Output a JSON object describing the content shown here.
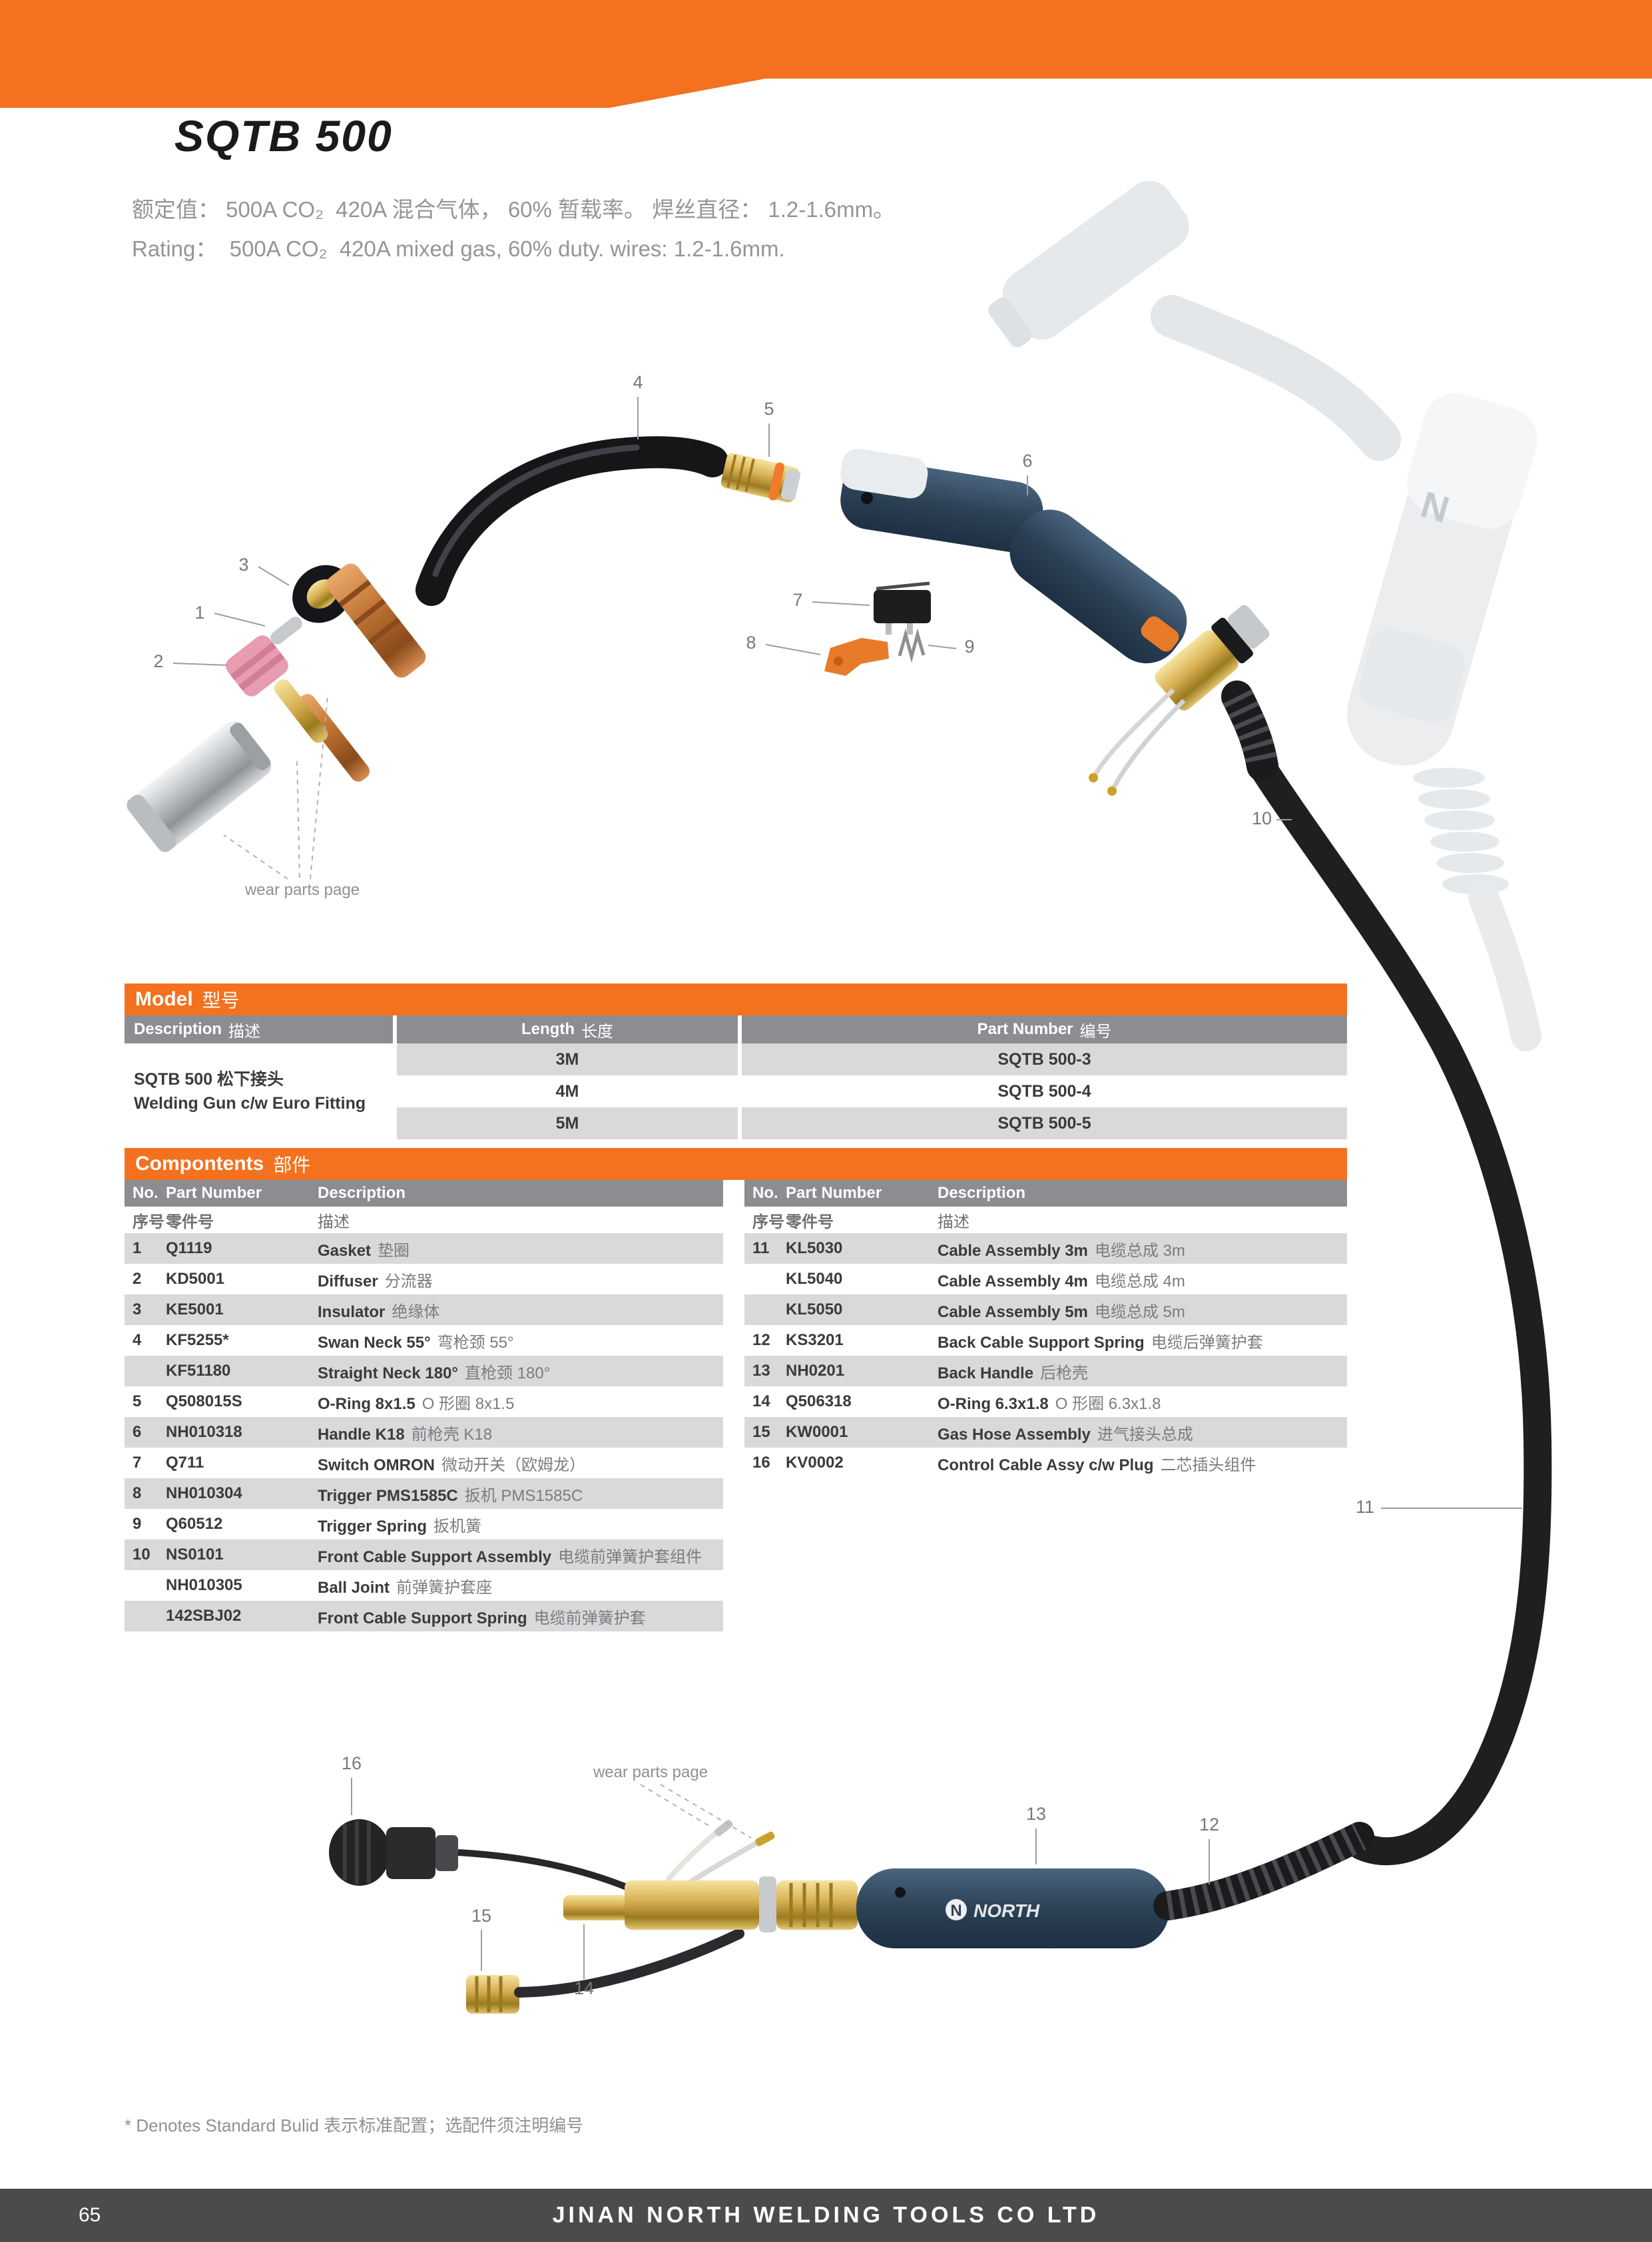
{
  "page": {
    "title": "SQTB 500",
    "rating_zh": "额定值： 500A CO₂  420A 混合气体， 60% 暂载率。 焊丝直径： 1.2-1.6mm。",
    "rating_en": "Rating：  500A CO₂  420A mixed gas, 60% duty. wires: 1.2-1.6mm.",
    "footnote": "* Denotes Standard Bulid 表示标准配置；选配件须注明编号",
    "page_number": "65",
    "footer_company": "JINAN NORTH WELDING TOOLS CO LTD"
  },
  "colors": {
    "accent_orange": "#F4711F",
    "table_row_gray": "#D8D9DA",
    "table_header_gray": "#8B8D90",
    "footer_dark": "#4A4B4D"
  },
  "diagram": {
    "wear_parts_label": "wear parts page",
    "ghost_logo": "N",
    "handle_logo": "NORTH",
    "callouts": {
      "1": "1",
      "2": "2",
      "3": "3",
      "4": "4",
      "5": "5",
      "6": "6",
      "7": "7",
      "8": "8",
      "9": "9",
      "10": "10",
      "11": "11",
      "12": "12",
      "13": "13",
      "14": "14",
      "15": "15",
      "16": "16"
    }
  },
  "model_table": {
    "header_en": "Model",
    "header_zh": "型号",
    "columns": [
      {
        "en": "Description",
        "zh": "描述"
      },
      {
        "en": "Length",
        "zh": "长度"
      },
      {
        "en": "Part Number",
        "zh": "编号"
      }
    ],
    "description_line1": "SQTB 500 松下接头",
    "description_line2": "Welding Gun c/w Euro Fitting",
    "rows": [
      {
        "length": "3M",
        "part_number": "SQTB 500-3"
      },
      {
        "length": "4M",
        "part_number": "SQTB 500-4"
      },
      {
        "length": "5M",
        "part_number": "SQTB 500-5"
      }
    ]
  },
  "components_table": {
    "header_en": "Compontents",
    "header_zh": "部件",
    "col_headers_en": {
      "no": "No.",
      "pn": "Part Number",
      "desc": "Description"
    },
    "col_headers_zh": {
      "no": "序号",
      "pn": "零件号",
      "desc": "描述"
    },
    "left_rows": [
      {
        "no": "1",
        "pn": "Q1119",
        "desc_en": "Gasket",
        "desc_zh": "垫圈"
      },
      {
        "no": "2",
        "pn": "KD5001",
        "desc_en": "Diffuser",
        "desc_zh": "分流器"
      },
      {
        "no": "3",
        "pn": "KE5001",
        "desc_en": "Insulator",
        "desc_zh": "绝缘体"
      },
      {
        "no": "4",
        "pn": "KF5255*",
        "desc_en": "Swan Neck 55°",
        "desc_zh": "弯枪颈 55°"
      },
      {
        "no": "",
        "pn": "KF51180",
        "desc_en": "Straight Neck 180°",
        "desc_zh": "直枪颈 180°"
      },
      {
        "no": "5",
        "pn": "Q508015S",
        "desc_en": "O-Ring 8x1.5",
        "desc_zh": "O 形圈 8x1.5"
      },
      {
        "no": "6",
        "pn": "NH010318",
        "desc_en": "Handle K18",
        "desc_zh": "前枪壳 K18"
      },
      {
        "no": "7",
        "pn": "Q711",
        "desc_en": "Switch OMRON",
        "desc_zh": "微动开关（欧姆龙）"
      },
      {
        "no": "8",
        "pn": "NH010304",
        "desc_en": "Trigger PMS1585C",
        "desc_zh": "扳机 PMS1585C"
      },
      {
        "no": "9",
        "pn": "Q60512",
        "desc_en": "Trigger Spring",
        "desc_zh": "扳机簧"
      },
      {
        "no": "10",
        "pn": "NS0101",
        "desc_en": "Front Cable Support Assembly",
        "desc_zh": "电缆前弹簧护套组件"
      },
      {
        "no": "",
        "pn": "NH010305",
        "desc_en": "Ball Joint",
        "desc_zh": "前弹簧护套座"
      },
      {
        "no": "",
        "pn": "142SBJ02",
        "desc_en": "Front Cable Support Spring",
        "desc_zh": "电缆前弹簧护套"
      }
    ],
    "right_rows": [
      {
        "no": "11",
        "pn": "KL5030",
        "desc_en": "Cable Assembly 3m",
        "desc_zh": "电缆总成 3m"
      },
      {
        "no": "",
        "pn": "KL5040",
        "desc_en": "Cable Assembly 4m",
        "desc_zh": "电缆总成 4m"
      },
      {
        "no": "",
        "pn": "KL5050",
        "desc_en": "Cable Assembly 5m",
        "desc_zh": "电缆总成 5m"
      },
      {
        "no": "12",
        "pn": "KS3201",
        "desc_en": "Back Cable Support Spring",
        "desc_zh": "电缆后弹簧护套"
      },
      {
        "no": "13",
        "pn": "NH0201",
        "desc_en": "Back Handle",
        "desc_zh": "后枪壳"
      },
      {
        "no": "14",
        "pn": "Q506318",
        "desc_en": "O-Ring 6.3x1.8",
        "desc_zh": "O 形圈 6.3x1.8"
      },
      {
        "no": "15",
        "pn": "KW0001",
        "desc_en": "Gas Hose Assembly",
        "desc_zh": "进气接头总成"
      },
      {
        "no": "16",
        "pn": "KV0002",
        "desc_en": "Control Cable Assy c/w Plug",
        "desc_zh": "二芯插头组件"
      }
    ]
  }
}
